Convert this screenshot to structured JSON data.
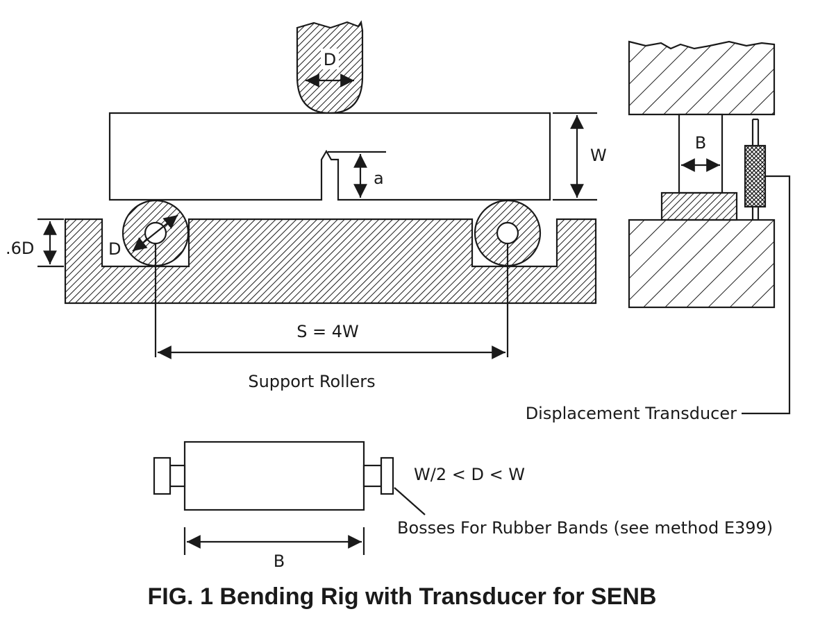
{
  "figure": {
    "caption": "FIG. 1 Bending Rig with Transducer for SENB"
  },
  "labels": {
    "loading_roller_diameter": "D",
    "specimen_width": "W",
    "notch_depth": "a",
    "support_roller_diameter": "D",
    "roller_offset": ".6D",
    "span": "S = 4W",
    "support_rollers": "Support Rollers",
    "thickness_side": "B",
    "displacement_transducer": "Displacement Transducer",
    "diameter_condition": "W/2 < D < W",
    "bosses_note": "Bosses For Rubber Bands (see method E399)",
    "roller_length": "B"
  }
}
